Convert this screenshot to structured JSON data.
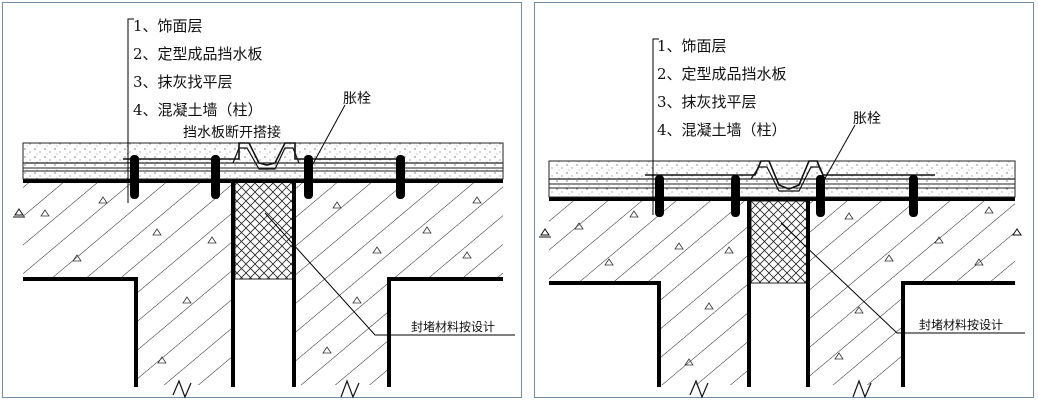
{
  "left": {
    "layers": [
      "1、饰面层",
      "2、定型成品挡水板",
      "3、抹灰找平层",
      "4、混凝土墙（柱）"
    ],
    "bolt_label": "胀栓",
    "joint_note": "挡水板断开搭接",
    "seal_note": "封堵材料按设计"
  },
  "right": {
    "layers": [
      "1、饰面层",
      "2、定型成品挡水板",
      "3、抹灰找平层",
      "4、混凝土墙（柱）"
    ],
    "bolt_label": "胀栓",
    "seal_note": "封堵材料按设计"
  }
}
